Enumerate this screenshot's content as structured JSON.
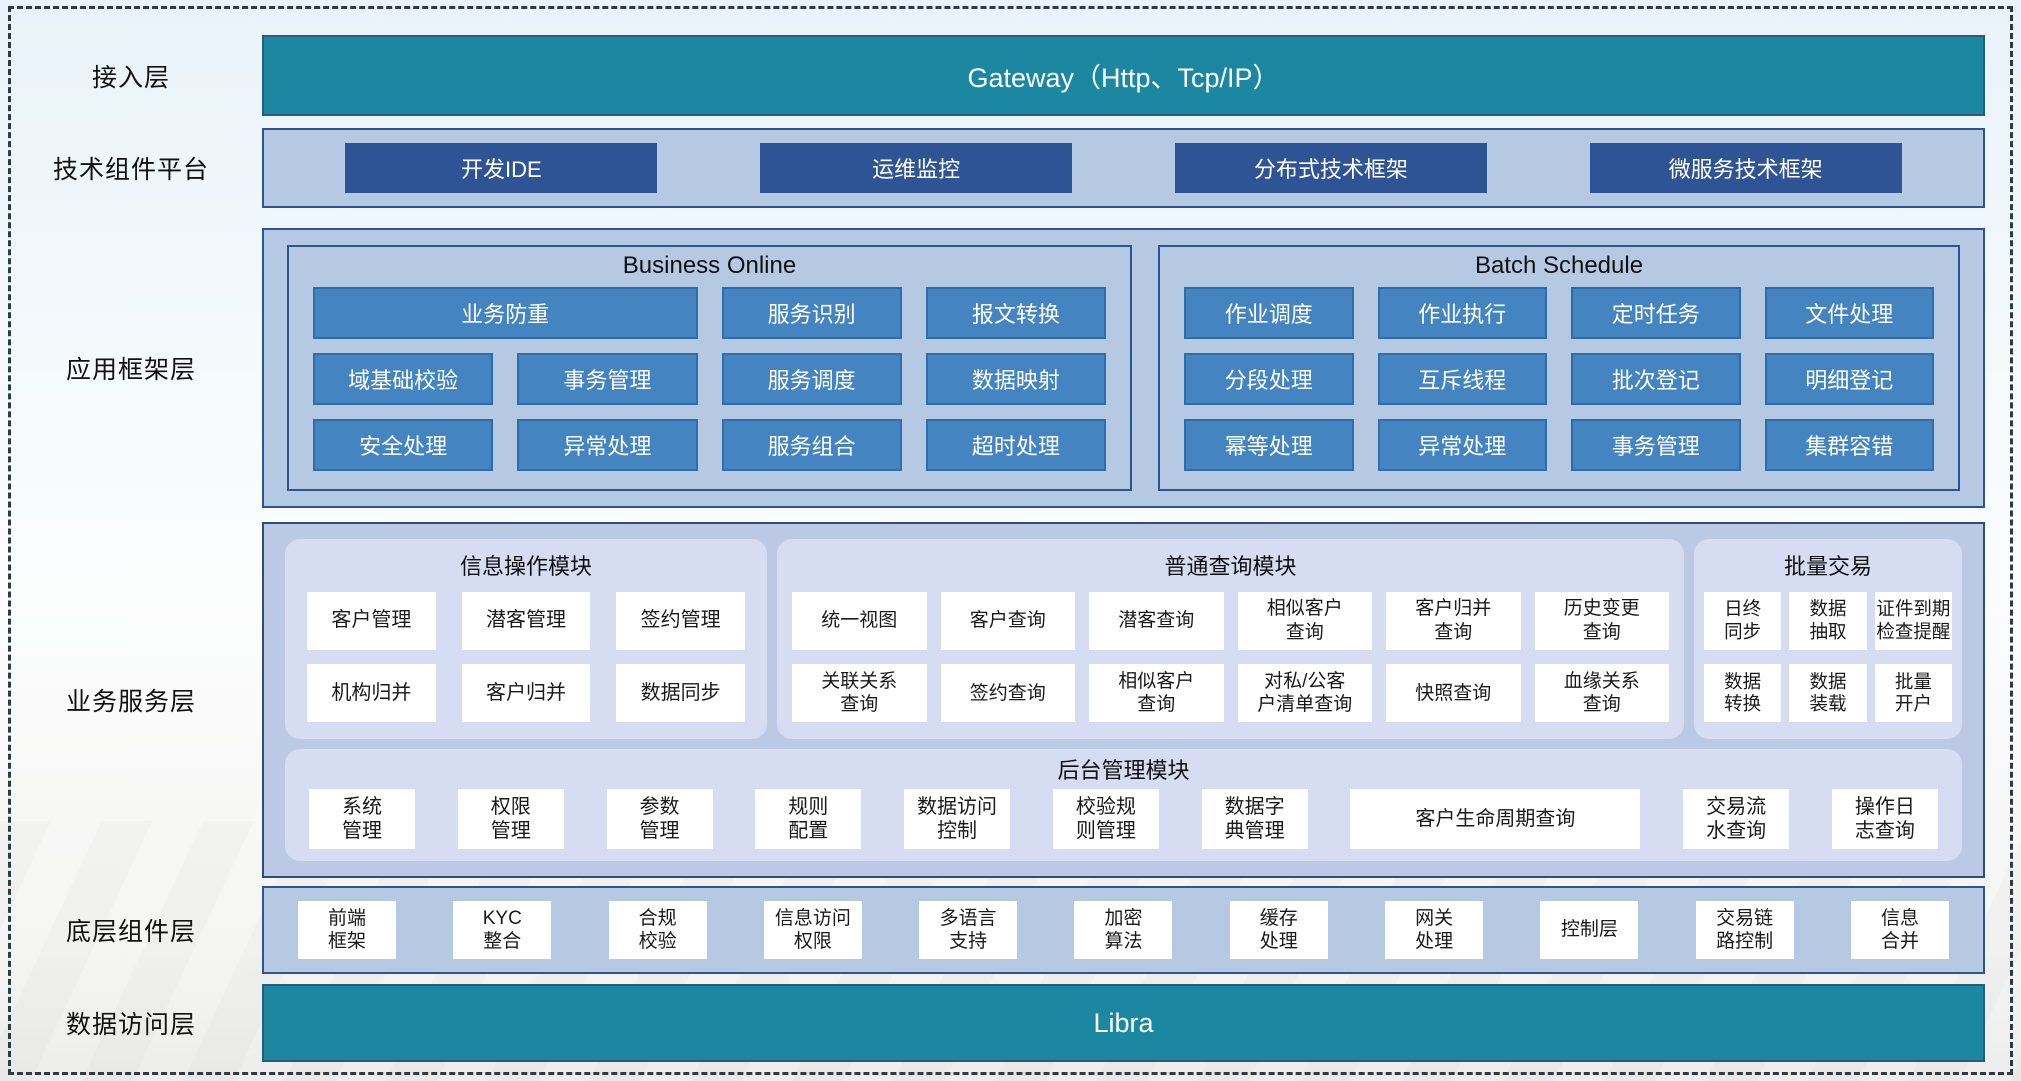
{
  "colors": {
    "teal": "#1b87a1",
    "dark_blue": "#2f5496",
    "mid_blue": "#4384c1",
    "panel_blue": "#b6c9e2",
    "service_panel": "#bcc9e5",
    "module_fill": "#d6dcf2"
  },
  "layers": {
    "access": {
      "label": "接入层",
      "content": "Gateway（Http、Tcp/IP）"
    },
    "tech": {
      "label": "技术组件平台",
      "buttons": [
        "开发IDE",
        "运维监控",
        "分布式技术框架",
        "微服务技术框架"
      ]
    },
    "app": {
      "label": "应用框架层",
      "groups": [
        {
          "title": "Business Online",
          "buttons": [
            {
              "text": "业务防重",
              "span": 2
            },
            "服务识别",
            "报文转换",
            "域基础校验",
            "事务管理",
            "服务调度",
            "数据映射",
            "安全处理",
            "异常处理",
            "服务组合",
            "超时处理"
          ]
        },
        {
          "title": "Batch Schedule",
          "buttons": [
            "作业调度",
            "作业执行",
            "定时任务",
            "文件处理",
            "分段处理",
            "互斥线程",
            "批次登记",
            "明细登记",
            "幂等处理",
            "异常处理",
            "事务管理",
            "集群容错"
          ]
        }
      ]
    },
    "service": {
      "label": "业务服务层",
      "modules": [
        {
          "title": "信息操作模块",
          "cells": [
            "客户管理",
            "潜客管理",
            "签约管理",
            "机构归并",
            "客户归并",
            "数据同步"
          ]
        },
        {
          "title": "普通查询模块",
          "cells": [
            "统一视图",
            "客户查询",
            "潜客查询",
            "相似客户\n查询",
            "客户归并\n查询",
            "历史变更\n查询",
            "关联关系\n查询",
            "签约查询",
            "相似客户\n查询",
            "对私/公客\n户清单查询",
            "快照查询",
            "血缘关系\n查询"
          ]
        },
        {
          "title": "批量交易",
          "cells": [
            "日终\n同步",
            "数据\n抽取",
            "证件到期\n检查提醒",
            "数据\n转换",
            "数据\n装载",
            "批量\n开户"
          ]
        }
      ],
      "admin": {
        "title": "后台管理模块",
        "cells": [
          "系统\n管理",
          "权限\n管理",
          "参数\n管理",
          "规则\n配置",
          "数据访问\n控制",
          "校验规\n则管理",
          "数据字\n典管理",
          {
            "text": "客户生命周期查询",
            "wide": true
          },
          "交易流\n水查询",
          "操作日\n志查询"
        ]
      }
    },
    "component": {
      "label": "底层组件层",
      "cells": [
        "前端\n框架",
        "KYC\n整合",
        "合规\n校验",
        "信息访问\n权限",
        "多语言\n支持",
        "加密\n算法",
        "缓存\n处理",
        "网关\n处理",
        "控制层",
        "交易链\n路控制",
        "信息\n合并"
      ]
    },
    "data": {
      "label": "数据访问层",
      "content": "Libra"
    }
  }
}
